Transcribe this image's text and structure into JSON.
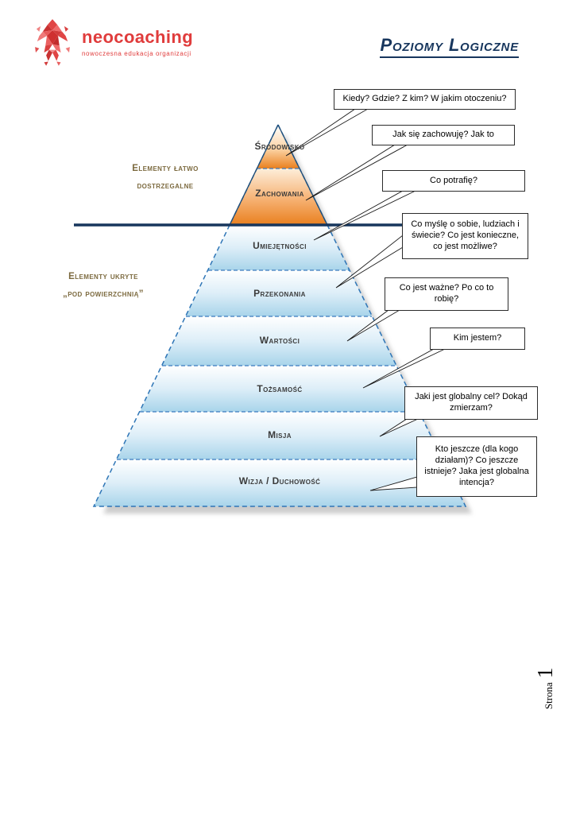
{
  "page": {
    "title": "Poziomy Logiczne",
    "footer_label": "Strona",
    "footer_number": "1"
  },
  "logo": {
    "brand": "neocoaching",
    "tagline": "nowoczesna edukacja organizacji"
  },
  "zones": {
    "visible": {
      "line1": "Elementy łatwo",
      "line2": "dostrzegalne"
    },
    "hidden": {
      "line1": "Elementy ukryte",
      "line2": "„pod powierzchnią”"
    }
  },
  "pyramid": {
    "levels": [
      {
        "label": "Środowisko",
        "question": "Kiedy? Gdzie? Z kim? W jakim otoczeniu?",
        "zone": "visible"
      },
      {
        "label": "Zachowania",
        "question": "Jak się zachowuję? Jak to",
        "zone": "visible"
      },
      {
        "label": "Umiejętności",
        "question": "Co potrafię?",
        "zone": "hidden"
      },
      {
        "label": "Przekonania",
        "question": "Co myślę o sobie, ludziach i świecie? Co jest konieczne, co jest możliwe?",
        "zone": "hidden"
      },
      {
        "label": "Wartości",
        "question": "Co jest ważne? Po co to robię?",
        "zone": "hidden"
      },
      {
        "label": "Tożsamość",
        "question": "Kim jestem?",
        "zone": "hidden"
      },
      {
        "label": "Misja",
        "question": "Jaki jest globalny cel? Dokąd zmierzam?",
        "zone": "hidden"
      },
      {
        "label": "Wizja / Duchowość",
        "question": "Kto jeszcze (dla kogo działam)? Co jeszcze istnieje? Jaka jest globalna intencja?",
        "zone": "hidden"
      }
    ]
  },
  "colors": {
    "title_navy": "#17365d",
    "divider_navy": "#17365d",
    "dashed_blue": "#3a7abf",
    "band_blue": "#a8d4ea",
    "band_orange": "#e9801f",
    "brand_red": "#e03c3c",
    "zone_label_brown": "#7c6a3f"
  }
}
